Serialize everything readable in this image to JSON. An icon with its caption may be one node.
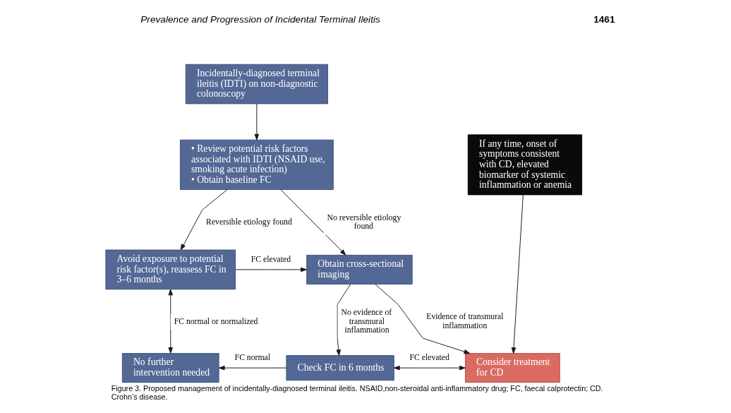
{
  "diagram": {
    "caption": "Figure 3. Proposed management of incidentally-diagnosed terminal ileitis. NSAID,non-steroidal anti-inflammatory drug; FC, faecal calprotectin; CD. Crohn’s disease.",
    "nodes": [
      {
        "text": [
          "Incidentally-diagnosed terminal ileitis (IDTI) on non-diagnostic colonoscopy"
        ]
      },
      {
        "text": [
          "• Review potential risk factors associated with IDTI (NSAID use, smoking acute infection)",
          "• Obtain baseline FC"
        ]
      },
      {
        "text": [
          "Avoid exposure to potential risk factor(s), reassess FC in 3–6 months"
        ]
      },
      {
        "text": [
          "Obtain cross-sectional imaging"
        ]
      },
      {
        "text": [
          "No further intervention needed"
        ]
      },
      {
        "text": [
          "Check FC in 6 months"
        ]
      },
      {
        "text": [
          "Consider treatment for CD"
        ]
      },
      {
        "text": [
          "If any time, onset of symptoms consistent with CD, elevated biomarker of systemic inflammation or anemia"
        ]
      }
    ],
    "edges": [
      {
        "from": 0,
        "to": 1,
        "arrow": "to"
      },
      {
        "from": 1,
        "to": 2,
        "arrow": "to",
        "label": "Reversible etiology found"
      },
      {
        "from": 1,
        "to": 3,
        "arrow": "to",
        "label": "No reversible etiology found"
      },
      {
        "from": 2,
        "to": 3,
        "arrow": "to",
        "label": "FC elevated"
      },
      {
        "from": 2,
        "to": 4,
        "arrow": "both",
        "label": "FC normal or normalized"
      },
      {
        "from": 3,
        "to": 5,
        "arrow": "to",
        "label": "No evidence of transmural inflammation"
      },
      {
        "from": 3,
        "to": 6,
        "arrow": "to",
        "label": "Evidence of transmural inflammation"
      },
      {
        "from": 5,
        "to": 4,
        "arrow": "to",
        "label": "FC normal"
      },
      {
        "from": 5,
        "to": 6,
        "arrow": "both",
        "label": "FC elevated"
      },
      {
        "from": 7,
        "to": 6,
        "arrow": "to"
      }
    ],
    "labels": [
      "Prevalence and Progression of Incidental Terminal Ileitis",
      "1461"
    ]
  }
}
